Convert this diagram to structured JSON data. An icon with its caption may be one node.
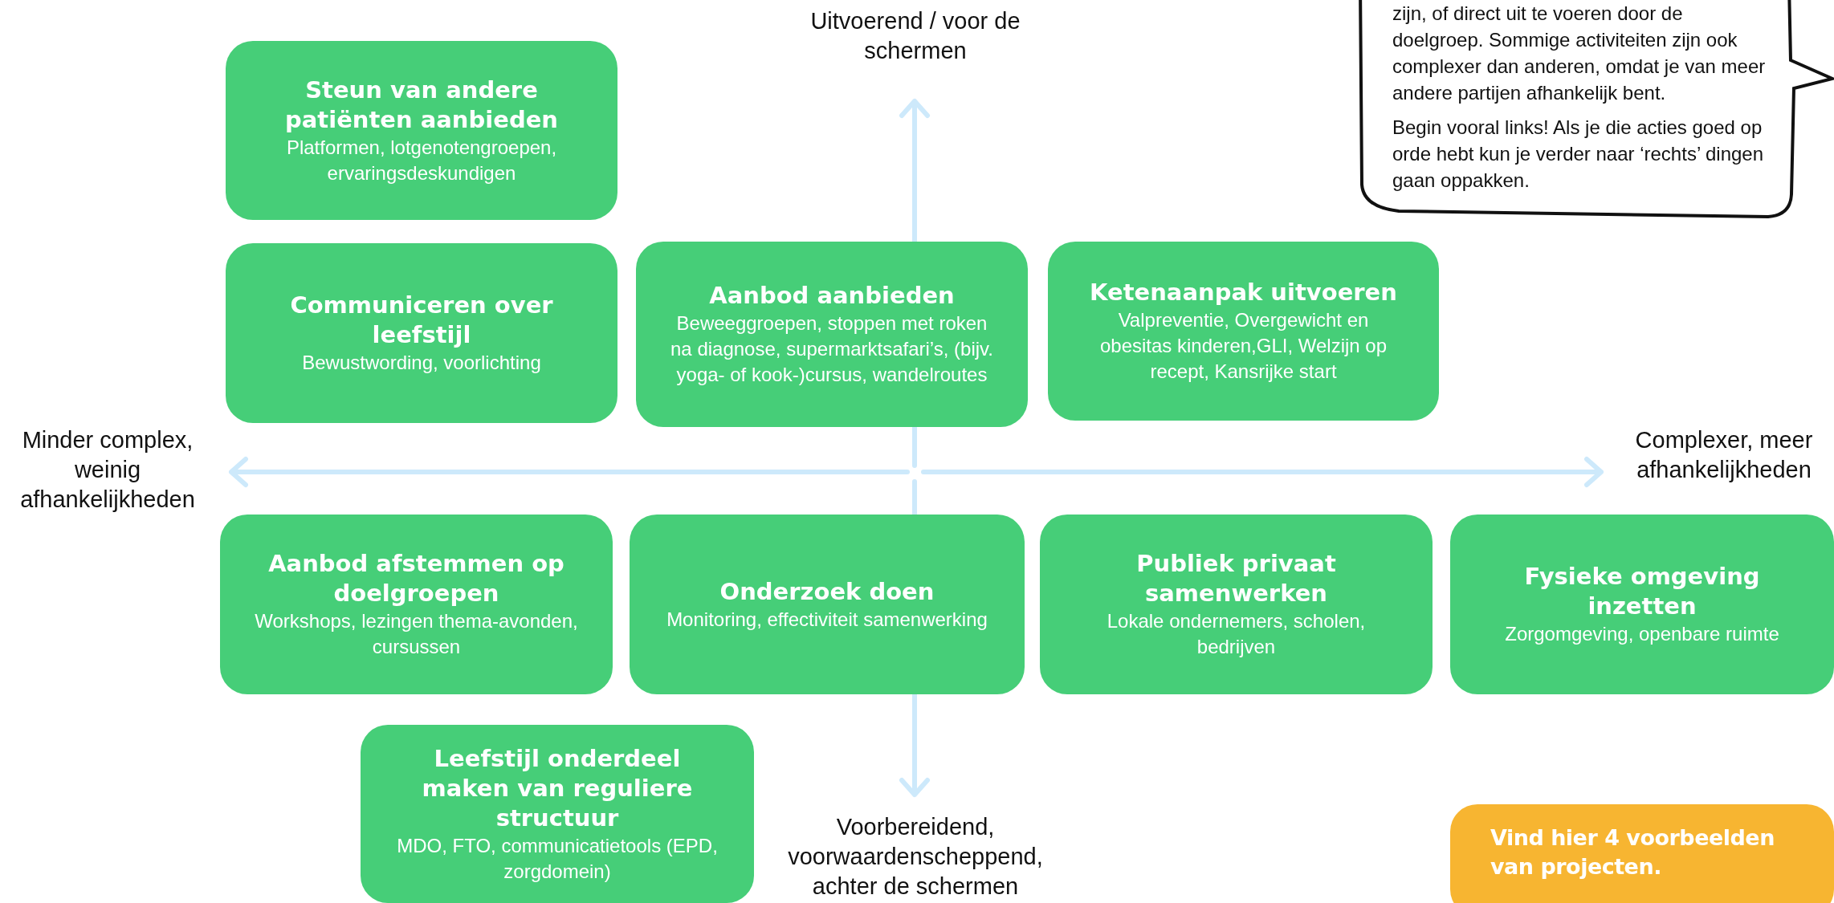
{
  "diagram": {
    "nodes": [
      {
        "text": [
          "zijn, of direct uit te voeren door de doelgroep. Sommige activiteiten zijn ook complexer dan anderen, omdat je van meer andere partijen afhankelijk bent.",
          "Begin vooral links! Als je die acties goed op orde hebt kun je verder naar ‘rechts’ dingen gaan oppakken."
        ]
      },
      {
        "text": [
          "Steun van andere patiënten aanbieden",
          "Platformen, lotgenotengroepen, ervaringsdeskundigen"
        ]
      },
      {
        "text": [
          "Communiceren over leefstijl",
          "Bewustwording, voorlichting"
        ]
      },
      {
        "text": [
          "Aanbod aanbieden",
          "Beweeggroepen, stoppen met roken na diagnose, supermarktsafari’s, (bijv. yoga- of kook-)cursus, wandelroutes"
        ]
      },
      {
        "text": [
          "Ketenaanpak uitvoeren",
          "Valpreventie, Overgewicht en obesitas kinderen,GLI, Welzijn op recept, Kansrijke start"
        ]
      },
      {
        "text": [
          "Aanbod afstemmen op doelgroepen",
          "Workshops, lezingen thema-avonden, cursussen"
        ]
      },
      {
        "text": [
          "Onderzoek doen",
          "Monitoring, effectiviteit samenwerking"
        ]
      },
      {
        "text": [
          "Publiek privaat samenwerken",
          "Lokale ondernemers, scholen, bedrijven"
        ]
      },
      {
        "text": [
          "Fysieke omgeving inzetten",
          "Zorgomgeving, openbare ruimte"
        ]
      },
      {
        "text": [
          "Leefstijl onderdeel maken van reguliere structuur",
          "MDO, FTO, communicatietools (EPD, zorgdomein)"
        ]
      },
      {
        "text": [
          "Vind hier 4 voorbeelden van projecten."
        ]
      }
    ],
    "edges": [],
    "labels": [
      "Uitvoerend / voor de schermen",
      "Minder complex, weinig afhankelijkheden",
      "Complexer, meer afhankelijkheden",
      "Voorbereidend, voorwaardenscheppend, achter de schermen"
    ]
  }
}
